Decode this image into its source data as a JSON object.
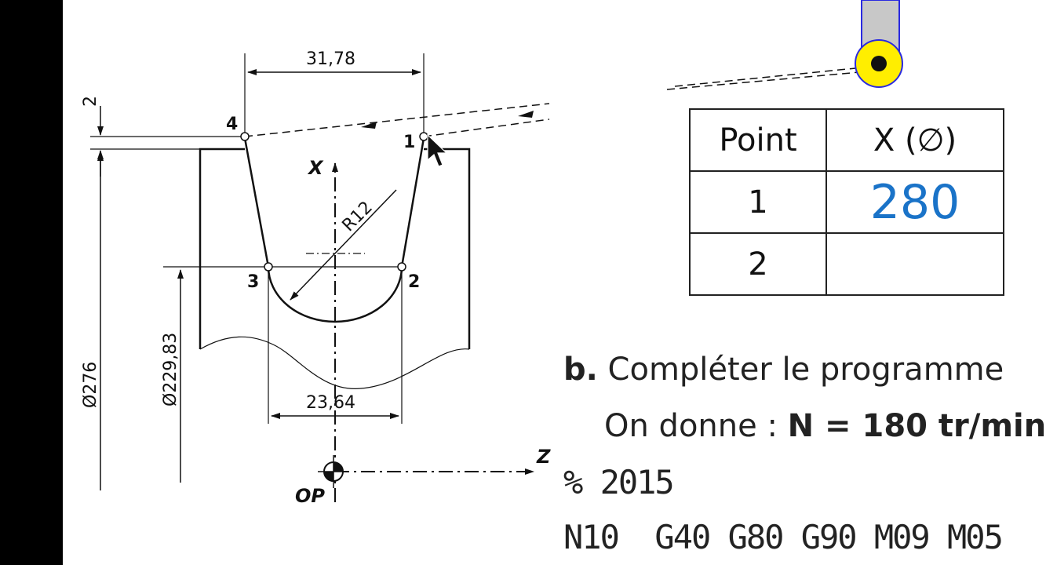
{
  "drawing": {
    "dim_top": "31,78",
    "dim_bottom": "23,64",
    "dim_depth": "2",
    "dim_diam_outer": "Ø276",
    "dim_diam_inner": "Ø229,83",
    "radius_label": "R12",
    "point_1": "1",
    "point_2": "2",
    "point_3": "3",
    "point_4": "4",
    "axis_x": "X",
    "axis_z": "Z",
    "origin": "OP"
  },
  "table": {
    "headers": [
      "Point",
      "X (∅)"
    ],
    "rows": [
      {
        "point": "1",
        "x": "280"
      },
      {
        "point": "2",
        "x": ""
      }
    ]
  },
  "question": {
    "letter": "b.",
    "text": " Compléter le programme",
    "given_prefix": "On donne : ",
    "given_value": "N = 180 tr/min"
  },
  "program": {
    "line1": "% 2015",
    "line2": "N10  G40 G80 G90 M09 M05"
  },
  "colors": {
    "value_blue": "#1a73c8",
    "tool_yellow": "#ffee00",
    "tool_grey": "#c8c8c8",
    "tool_blue": "#2a2ae0"
  }
}
